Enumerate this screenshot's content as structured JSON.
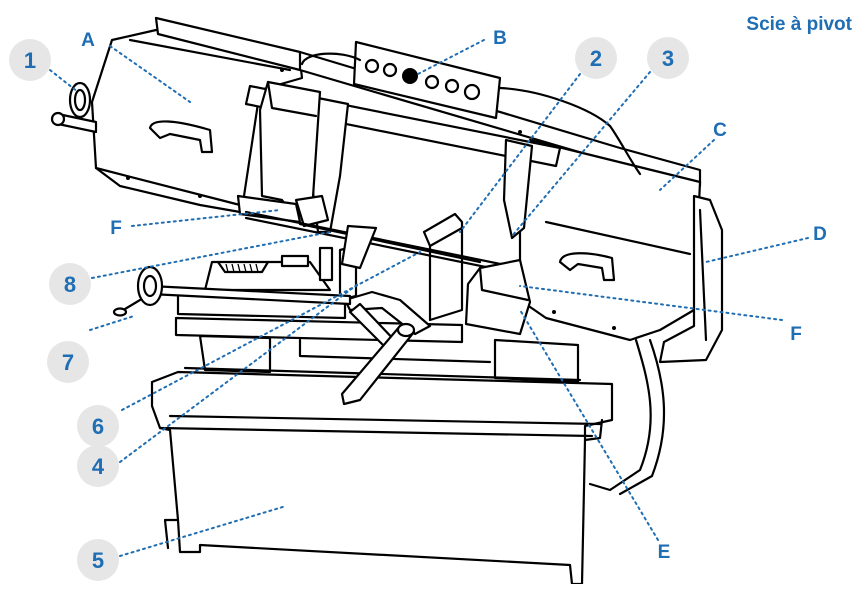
{
  "title": "Scie à pivot",
  "callouts": {
    "n1": "1",
    "n2": "2",
    "n3": "3",
    "n4": "4",
    "n5": "5",
    "n6": "6",
    "n7": "7",
    "n8": "8",
    "A": "A",
    "B": "B",
    "C": "C",
    "D": "D",
    "E": "E",
    "F_left": "F",
    "F_right": "F"
  },
  "colors": {
    "accent": "#1f6db3",
    "badge": "#e6e6e6",
    "line": "#000000"
  }
}
